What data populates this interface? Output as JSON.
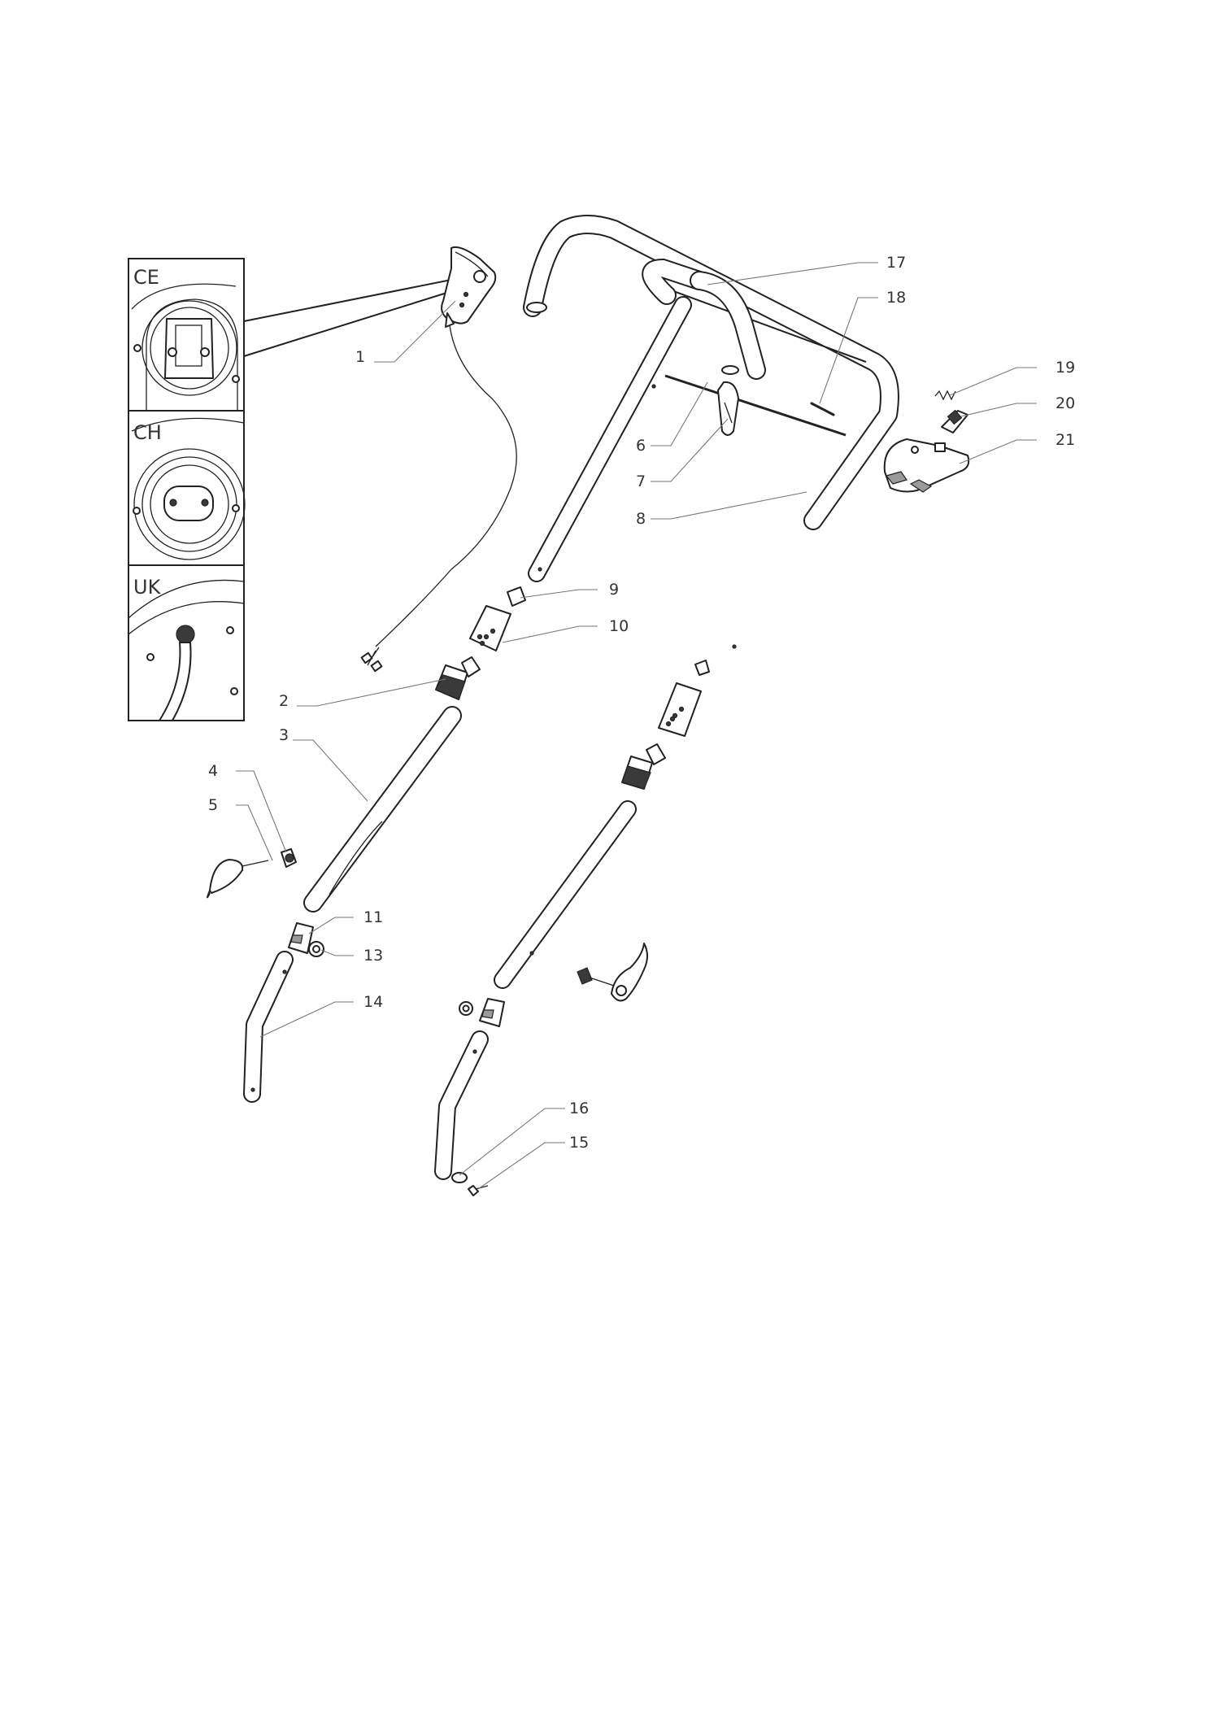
{
  "diagram": {
    "plug_variants": [
      {
        "code": "CE"
      },
      {
        "code": "CH"
      },
      {
        "code": "UK"
      }
    ],
    "callouts": [
      {
        "num": "1"
      },
      {
        "num": "2"
      },
      {
        "num": "3"
      },
      {
        "num": "4"
      },
      {
        "num": "5"
      },
      {
        "num": "6"
      },
      {
        "num": "7"
      },
      {
        "num": "8"
      },
      {
        "num": "9"
      },
      {
        "num": "10"
      },
      {
        "num": "11"
      },
      {
        "num": "13"
      },
      {
        "num": "14"
      },
      {
        "num": "15"
      },
      {
        "num": "16"
      },
      {
        "num": "17"
      },
      {
        "num": "18"
      },
      {
        "num": "19"
      },
      {
        "num": "20"
      },
      {
        "num": "21"
      }
    ]
  }
}
